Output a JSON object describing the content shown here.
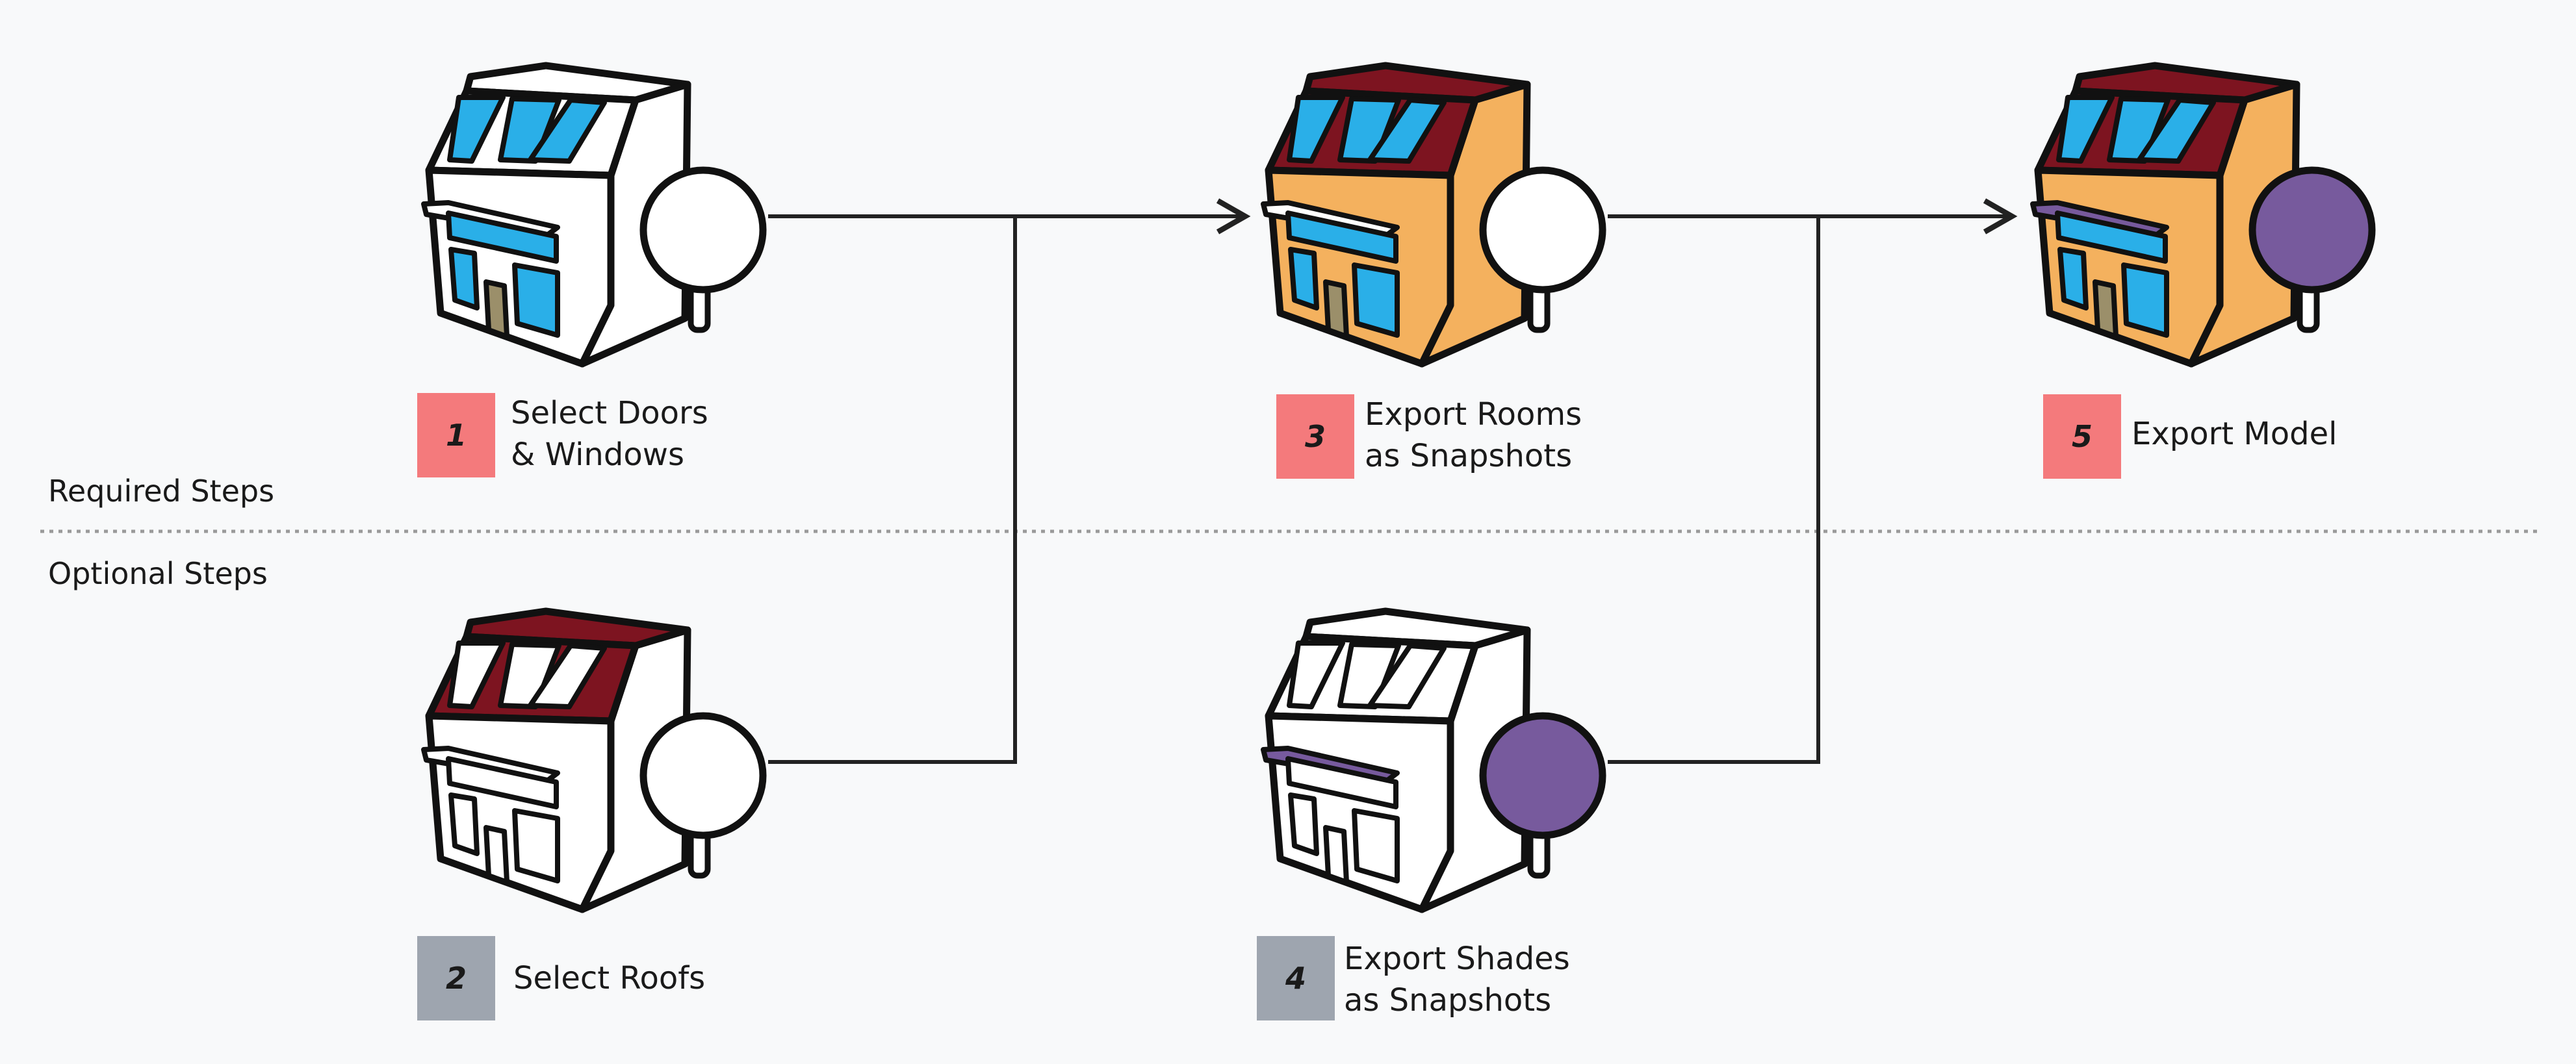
{
  "sections": {
    "required": "Required Steps",
    "optional": "Optional Steps"
  },
  "colors": {
    "required_badge": "#f47a7c",
    "optional_badge": "#9ea5af",
    "roof_highlight": "#7d1420",
    "wall_highlight": "#f4b15e",
    "window_highlight": "#2aafe8",
    "shade_highlight": "#775a9d",
    "door_highlight": "#9b8f6a",
    "outline": "#111111"
  },
  "steps": [
    {
      "number": "1",
      "line1": "Select Doors",
      "line2": "& Windows",
      "kind": "required",
      "icon": "building-windows-highlighted-icon"
    },
    {
      "number": "2",
      "line1": "Select Roofs",
      "line2": "",
      "kind": "optional",
      "icon": "building-roof-highlighted-icon"
    },
    {
      "number": "3",
      "line1": "Export Rooms",
      "line2": "as Snapshots",
      "kind": "required",
      "icon": "building-rooms-highlighted-icon"
    },
    {
      "number": "4",
      "line1": "Export Shades",
      "line2": "as Snapshots",
      "kind": "optional",
      "icon": "building-shades-highlighted-icon"
    },
    {
      "number": "5",
      "line1": "Export Model",
      "line2": "",
      "kind": "required",
      "icon": "building-full-model-icon"
    }
  ]
}
